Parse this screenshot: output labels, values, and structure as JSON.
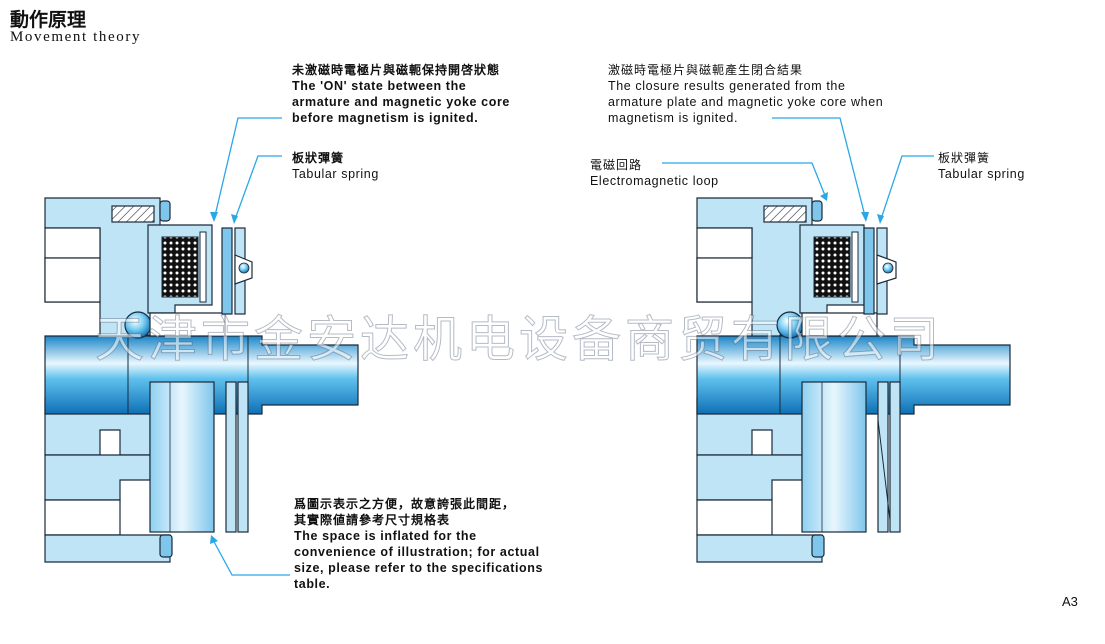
{
  "header": {
    "title_zh": "動作原理",
    "title_en": "Movement theory"
  },
  "labels": {
    "on_state": {
      "zh": "未激磁時電極片與磁軛保持開啓狀態",
      "en": [
        "The 'ON' state between the",
        "armature and magnetic yoke core",
        "before magnetism is ignited."
      ]
    },
    "spring_left": {
      "zh": "板狀彈簧",
      "en": "Tabular spring"
    },
    "closure": {
      "zh": "激磁時電極片與磁軛產生閉合結果",
      "en": [
        "The closure results generated from the",
        "armature plate and magnetic yoke core when",
        "magnetism is ignited."
      ]
    },
    "loop": {
      "zh": "電磁回路",
      "en": "Electromagnetic loop"
    },
    "spring_right": {
      "zh": "板狀彈簧",
      "en": "Tabular spring"
    },
    "space_note": {
      "zh": [
        "爲圖示表示之方便，故意誇張此間距，",
        "其實際値請參考尺寸規格表"
      ],
      "en": [
        "The space is inflated for the",
        "convenience of illustration; for actual",
        "size, please refer to the specifications",
        "table."
      ]
    }
  },
  "watermark": "天津市金安达机电设备商贸有限公司",
  "page_number": "A3",
  "colors": {
    "body_fill": "#bfe4f6",
    "leader_line": "#2aa7e6",
    "outline": "#1b2a3a",
    "shaft_dark": "#1a86c8"
  }
}
